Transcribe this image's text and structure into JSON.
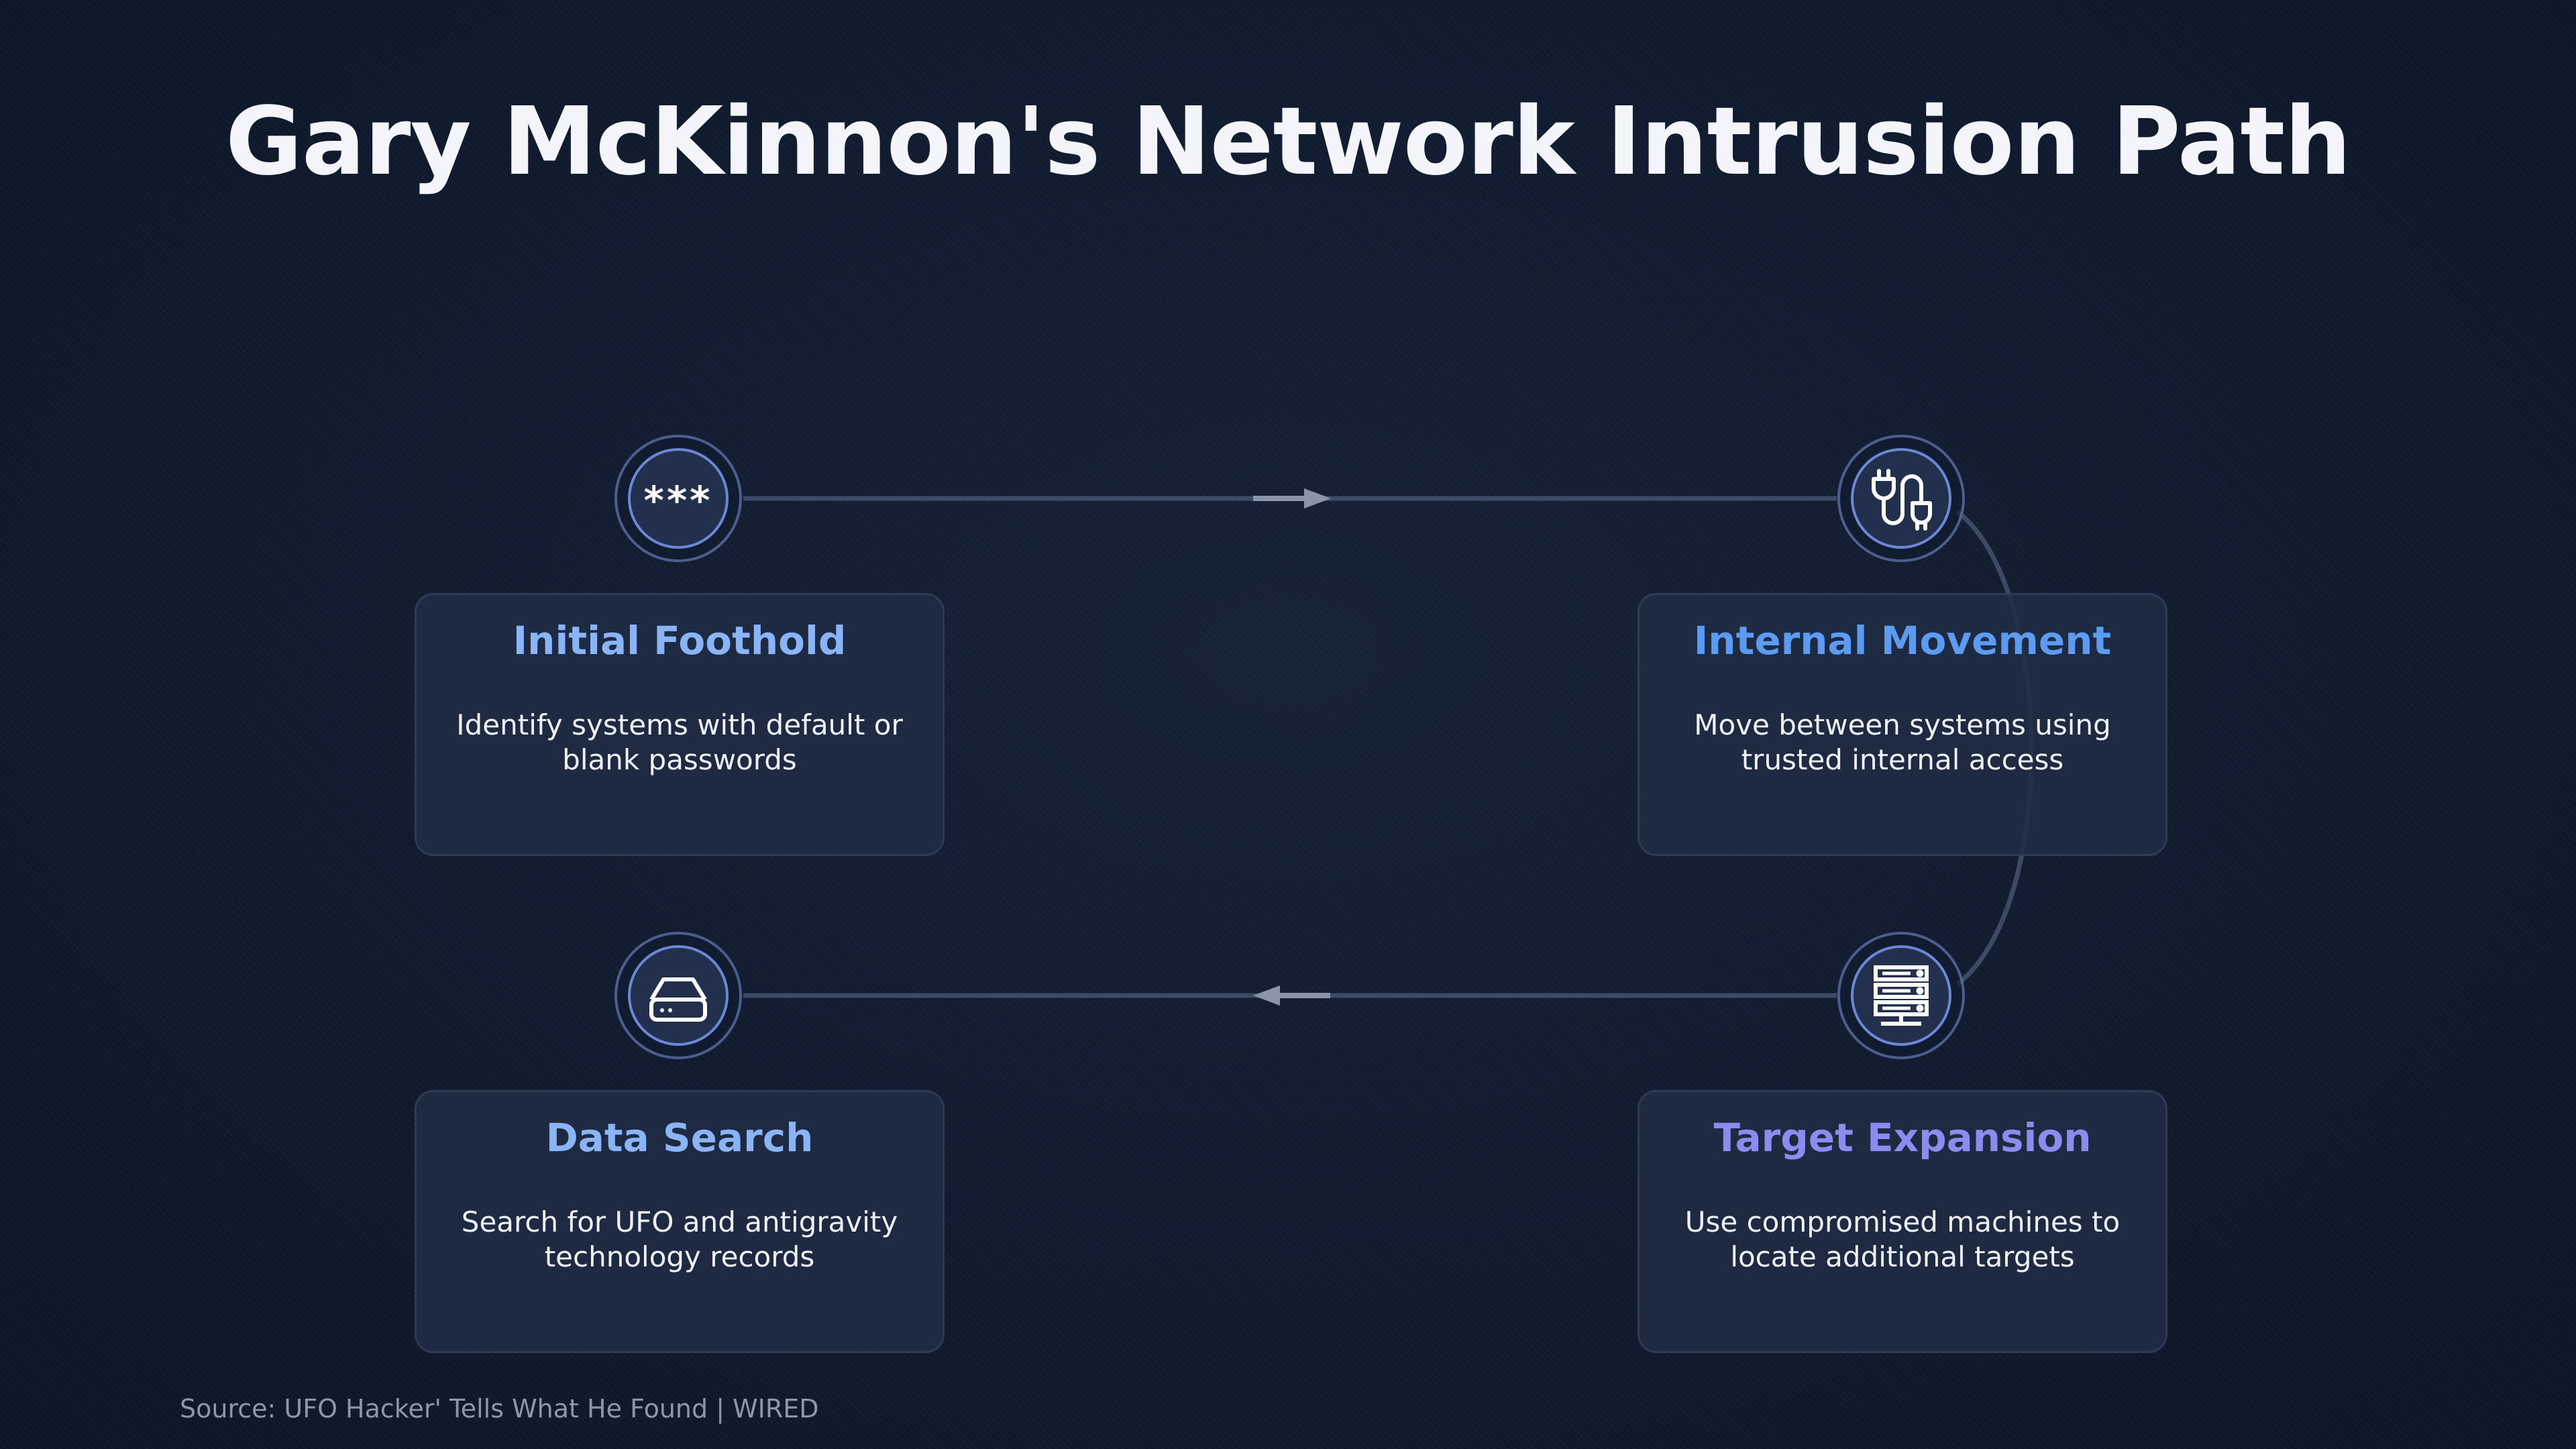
{
  "title": "Gary McKinnon's Network Intrusion Path",
  "steps": [
    {
      "title": "Initial Foothold",
      "description": "Identify systems with default or blank passwords",
      "icon": "password-icon",
      "icon_text": "***",
      "title_color": "#8ab4f8"
    },
    {
      "title": "Internal Movement",
      "description": "Move between systems using trusted internal access",
      "icon": "plug-cable-icon",
      "title_color": "#5b9cf2"
    },
    {
      "title": "Target Expansion",
      "description": "Use compromised machines to locate additional targets",
      "icon": "server-rack-icon",
      "title_color": "#8b8cf0"
    },
    {
      "title": "Data Search",
      "description": "Search for UFO and antigravity technology records",
      "icon": "hard-drive-icon",
      "title_color": "#8ab4f8"
    }
  ],
  "source": "Source: UFO Hacker' Tells What He Found | WIRED"
}
